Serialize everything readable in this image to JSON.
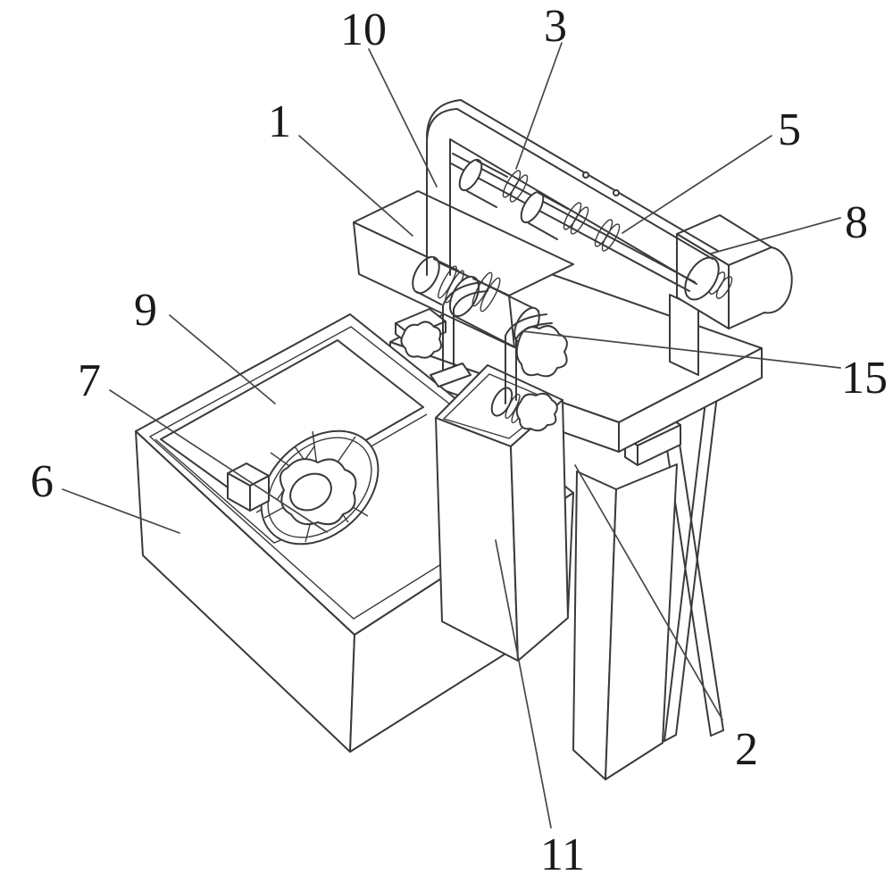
{
  "figure": {
    "description": "patent-style isometric line drawing of a machine: open tank with impeller wheel, stand with column, top rail assembly with rollers and motor",
    "background": "#ffffff",
    "line_color": "#3a3a3a",
    "leader_color": "#474747",
    "label_color": "#1a1a1a",
    "labels": {
      "n1": {
        "text": "1"
      },
      "n2": {
        "text": "2"
      },
      "n3": {
        "text": "3"
      },
      "n5": {
        "text": "5"
      },
      "n6": {
        "text": "6"
      },
      "n7": {
        "text": "7"
      },
      "n8": {
        "text": "8"
      },
      "n9": {
        "text": "9"
      },
      "n10": {
        "text": "10"
      },
      "n11": {
        "text": "11"
      },
      "n15": {
        "text": "15"
      }
    }
  }
}
